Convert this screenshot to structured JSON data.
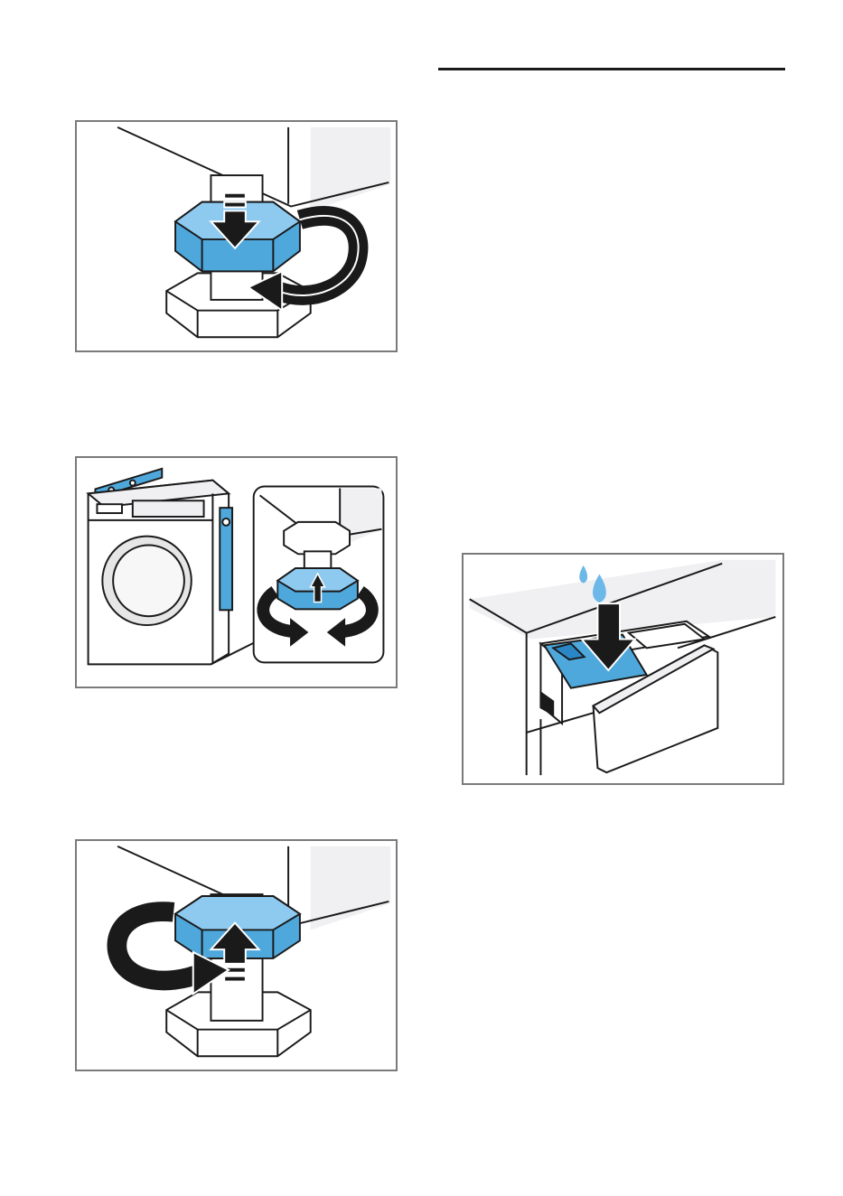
{
  "colors": {
    "accent_blue": "#4fa8dc",
    "accent_blue_dark": "#2a86c4",
    "accent_blue_light": "#8ecaf0",
    "water_drop": "#6cb8e8",
    "outline": "#1a1a1a",
    "frame": "#7a7a7a",
    "appliance_grey": "#f0f0f2"
  },
  "figures": [
    {
      "id": "fig-lock-nut-tighten",
      "icons": [
        "foot-icon",
        "lock-nut-icon",
        "arrow-down-icon",
        "rotate-arrow-icon"
      ]
    },
    {
      "id": "fig-level-machine",
      "icons": [
        "washing-machine-icon",
        "spirit-level-icon",
        "foot-icon",
        "rotate-arrow-icon"
      ]
    },
    {
      "id": "fig-lock-nut-loosen",
      "icons": [
        "foot-icon",
        "lock-nut-icon",
        "arrow-up-icon",
        "rotate-arrow-icon"
      ]
    },
    {
      "id": "fig-detergent-drawer",
      "icons": [
        "detergent-drawer-icon",
        "water-drop-icon",
        "arrow-down-icon"
      ]
    }
  ]
}
